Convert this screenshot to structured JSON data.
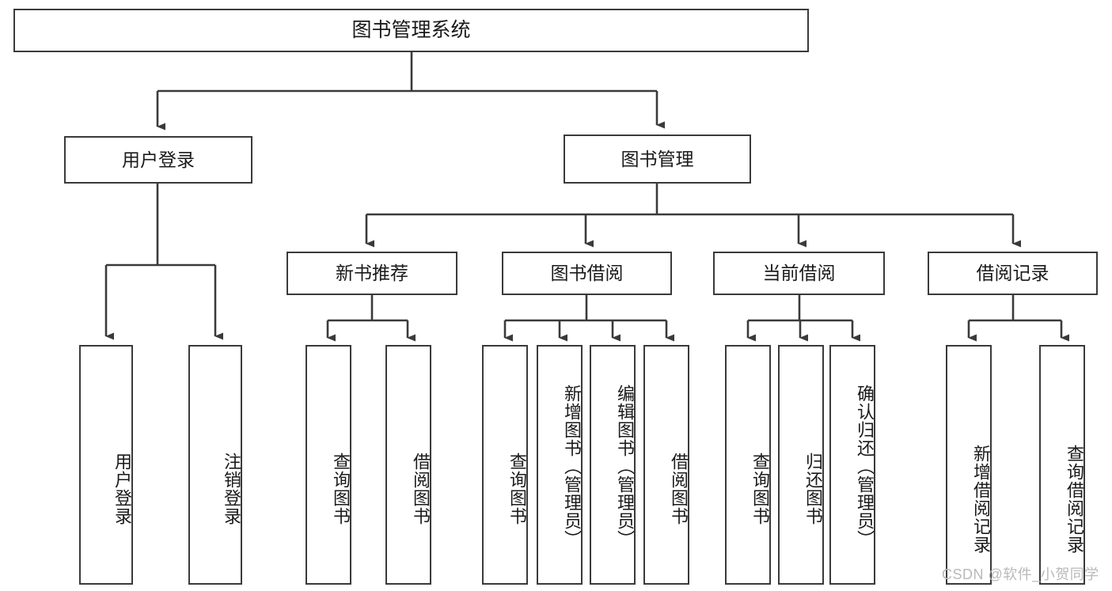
{
  "diagram": {
    "title_text": "图书管理系统",
    "type": "tree-hierarchy",
    "root": {
      "id": "root",
      "label": "图书管理系统"
    },
    "level2": [
      {
        "id": "user-login",
        "label": "用户登录"
      },
      {
        "id": "book-manage",
        "label": "图书管理"
      }
    ],
    "level3": [
      {
        "id": "new-book-rec",
        "label": "新书推荐"
      },
      {
        "id": "book-borrow",
        "label": "图书借阅"
      },
      {
        "id": "current-borrow",
        "label": "当前借阅"
      },
      {
        "id": "borrow-record",
        "label": "借阅记录"
      }
    ],
    "leaves": [
      {
        "id": "leaf-user-login",
        "label": "用户登录",
        "parent": "user-login"
      },
      {
        "id": "leaf-user-logout",
        "label": "注销登录",
        "parent": "user-login"
      },
      {
        "id": "leaf-query-book-1",
        "label": "查询图书",
        "parent": "new-book-rec"
      },
      {
        "id": "leaf-borrow-book-1",
        "label": "借阅图书",
        "parent": "new-book-rec"
      },
      {
        "id": "leaf-query-book-2",
        "label": "查询图书",
        "parent": "book-borrow"
      },
      {
        "id": "leaf-add-book",
        "label": "新增图书（管理员）",
        "parent": "book-borrow"
      },
      {
        "id": "leaf-edit-book",
        "label": "编辑图书（管理员）",
        "parent": "book-borrow"
      },
      {
        "id": "leaf-borrow-book-2",
        "label": "借阅图书",
        "parent": "book-borrow"
      },
      {
        "id": "leaf-query-book-3",
        "label": "查询图书",
        "parent": "current-borrow"
      },
      {
        "id": "leaf-return-book",
        "label": "归还图书",
        "parent": "current-borrow"
      },
      {
        "id": "leaf-confirm-return",
        "label": "确认归还（管理员）",
        "parent": "current-borrow"
      },
      {
        "id": "leaf-add-record",
        "label": "新增借阅记录",
        "parent": "borrow-record"
      },
      {
        "id": "leaf-query-record",
        "label": "查询借阅记录",
        "parent": "borrow-record"
      }
    ],
    "colors": {
      "stroke": "#3a3a3a",
      "fill": "#ffffff",
      "text": "#1a1a1a",
      "watermark": "#b9b9b9"
    }
  },
  "watermark": {
    "text": "CSDN @软件_小贺同学"
  }
}
